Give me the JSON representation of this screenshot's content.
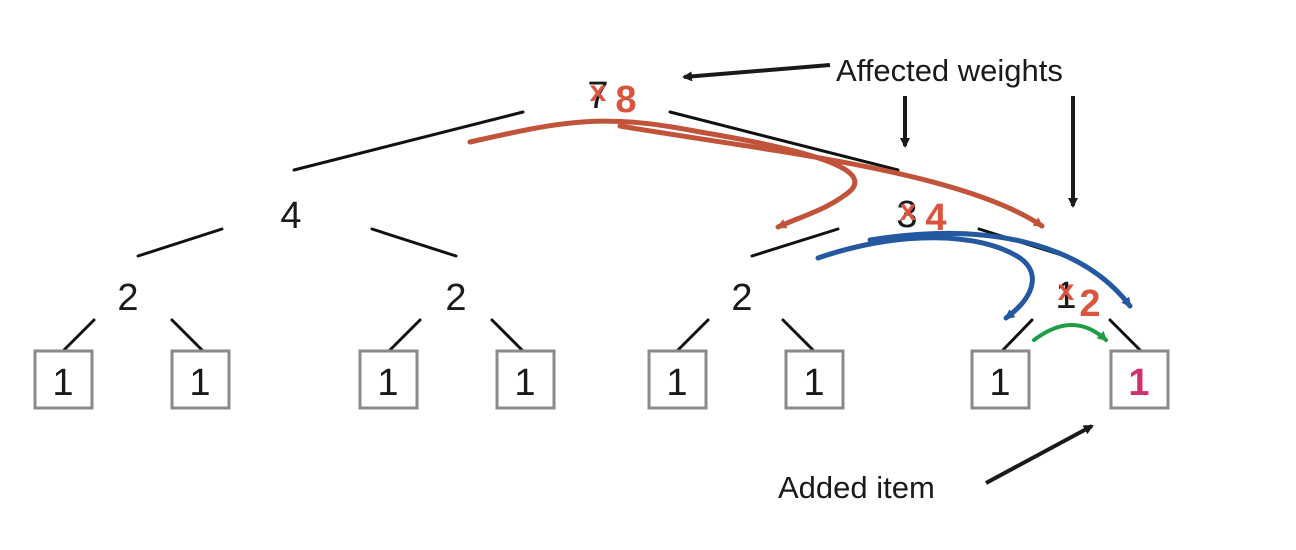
{
  "colors": {
    "update": "#d9553e",
    "red_arrow": "#c0533a",
    "blue_arrow": "#2458a0",
    "green_arrow": "#1f9c46",
    "added": "#d12f6e",
    "ink": "#1a1a1a",
    "box_border": "#8a8a8a"
  },
  "tree": {
    "root": {
      "old": "7",
      "new": "8"
    },
    "left": {
      "value": "4"
    },
    "right": {
      "old": "3",
      "new": "4"
    },
    "ll": {
      "value": "2"
    },
    "lr": {
      "value": "2"
    },
    "rl": {
      "value": "2"
    },
    "rr": {
      "old": "1",
      "new": "2"
    },
    "leaves": [
      "1",
      "1",
      "1",
      "1",
      "1",
      "1",
      "1",
      "1"
    ],
    "added_leaf_index": 7
  },
  "strike_mark": "x",
  "annotations": {
    "affected_weights": "Affected weights",
    "added_item": "Added item"
  }
}
